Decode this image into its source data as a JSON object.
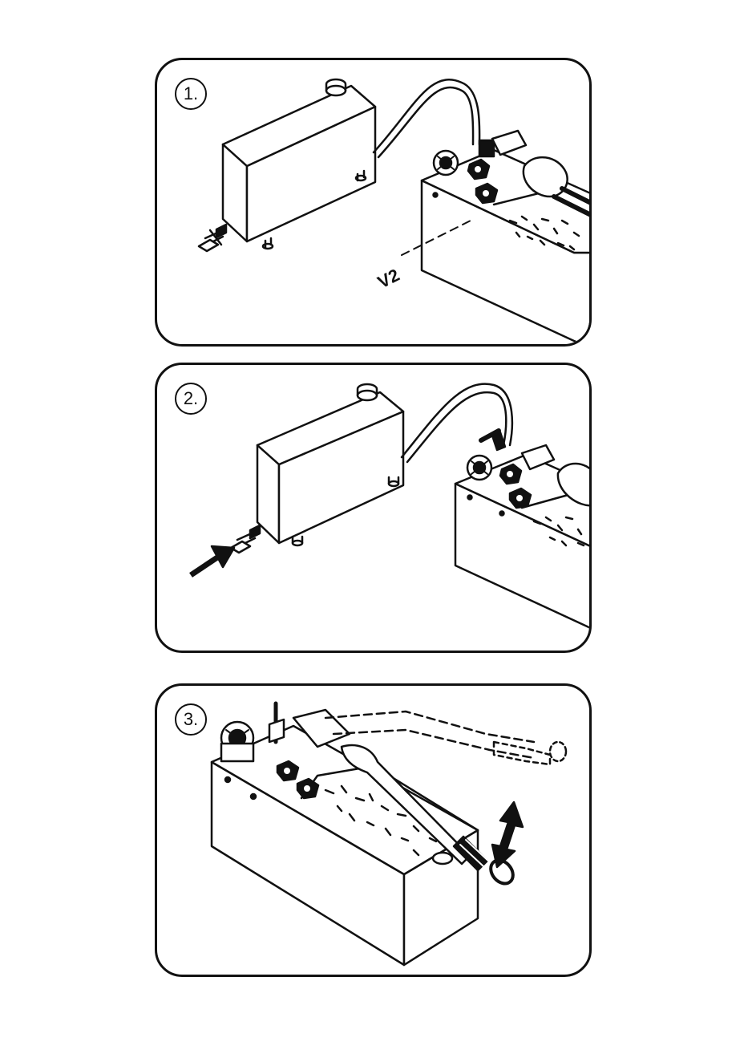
{
  "steps": [
    {
      "id": 1,
      "label": "1.",
      "callout": "V2"
    },
    {
      "id": 2,
      "label": "2."
    },
    {
      "id": 3,
      "label": "3."
    }
  ],
  "colors": {
    "line": "#111111",
    "background": "#ffffff"
  },
  "icons": {
    "step1": [
      "water-tank-icon",
      "hose-icon",
      "pump-icon",
      "valve-icon",
      "dashed-leader-line"
    ],
    "step2": [
      "water-tank-icon",
      "hose-icon",
      "pump-icon",
      "push-arrow-icon"
    ],
    "step3": [
      "pump-icon",
      "pump-lever-icon",
      "up-down-arrow-icon"
    ]
  }
}
